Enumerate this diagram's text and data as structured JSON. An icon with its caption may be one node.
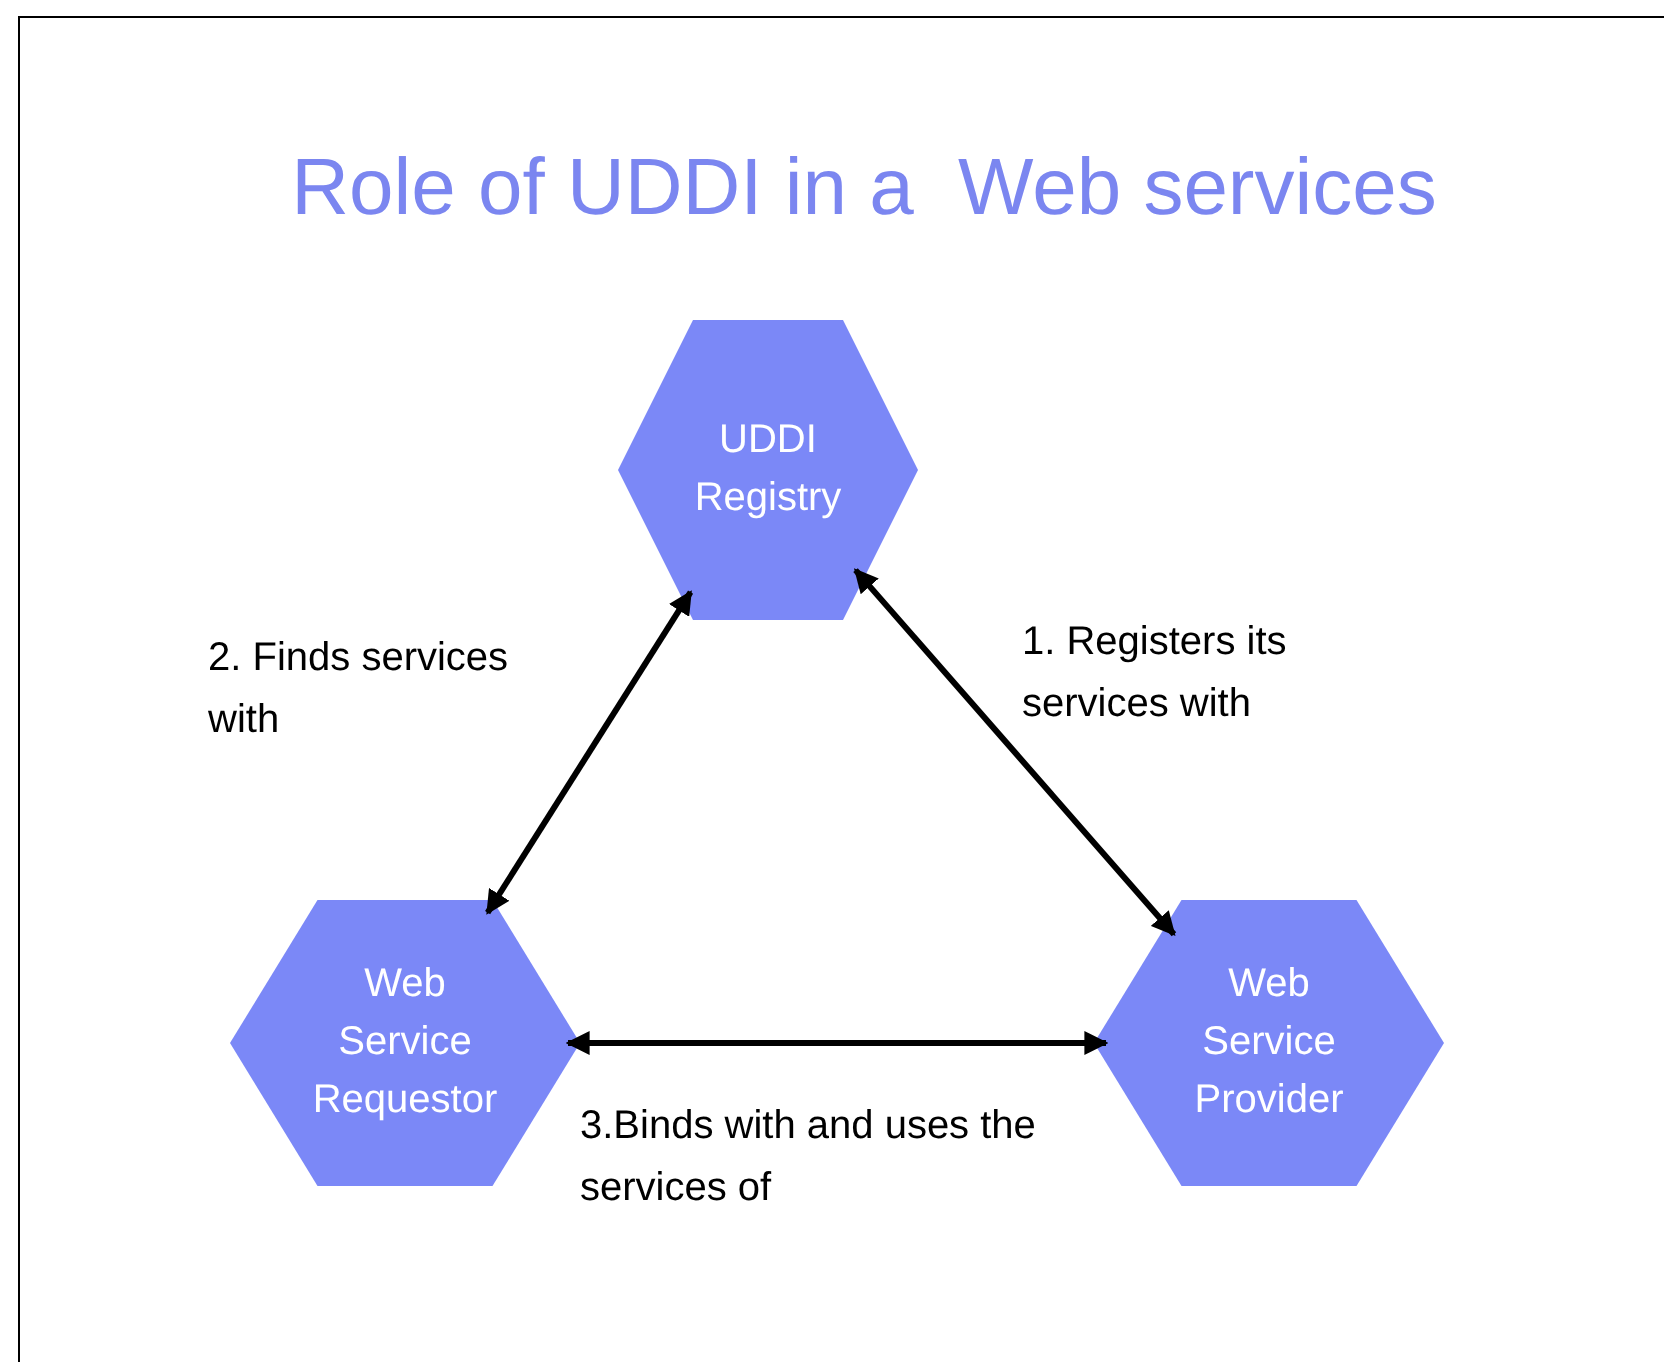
{
  "diagram": {
    "title": "Role of UDDI in a  Web services",
    "nodes": [
      {
        "text": [
          "UDDI Registry"
        ]
      },
      {
        "text": [
          "Web Service Requestor"
        ]
      },
      {
        "text": [
          "Web Service Provider"
        ]
      }
    ],
    "edges": [
      {
        "from": 0,
        "to": 2,
        "arrow": "both",
        "label": "1. Registers its services with"
      },
      {
        "from": 1,
        "to": 0,
        "arrow": "both",
        "label": "2. Finds services with"
      },
      {
        "from": 1,
        "to": 2,
        "arrow": "both",
        "label": "3.Binds with and uses the services of"
      }
    ]
  }
}
